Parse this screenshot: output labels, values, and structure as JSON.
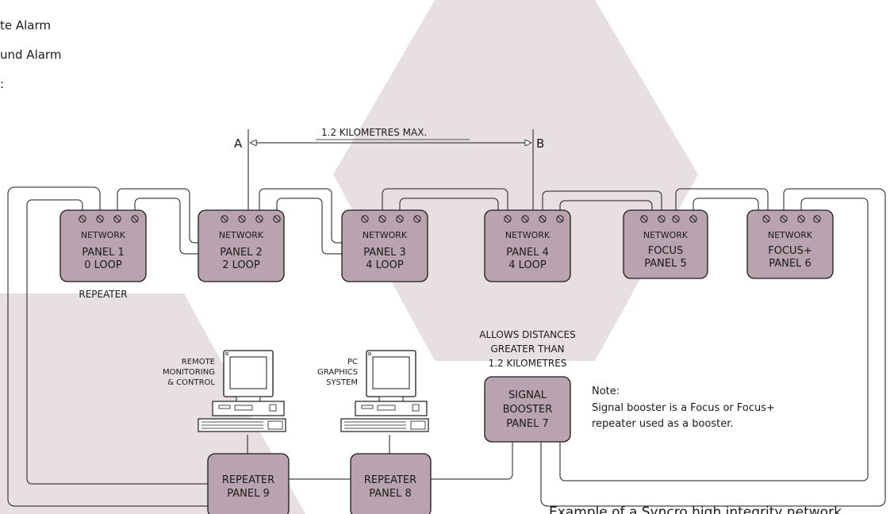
{
  "legend": {
    "items": [
      "te Alarm",
      "und Alarm",
      ":"
    ]
  },
  "dimension": {
    "text": "1.2 KILOMETRES MAX.",
    "point_a": "A",
    "point_b": "B"
  },
  "panels": [
    {
      "id": "panel-1",
      "network": "NETWORK",
      "lines": [
        "PANEL 1",
        "0 LOOP"
      ]
    },
    {
      "id": "panel-2",
      "network": "NETWORK",
      "lines": [
        "PANEL 2",
        "2 LOOP"
      ]
    },
    {
      "id": "panel-3",
      "network": "NETWORK",
      "lines": [
        "PANEL 3",
        "4 LOOP"
      ]
    },
    {
      "id": "panel-4",
      "network": "NETWORK",
      "lines": [
        "PANEL 4",
        "4 LOOP"
      ]
    },
    {
      "id": "panel-5",
      "network": "NETWORK",
      "lines": [
        "FOCUS",
        "PANEL 5"
      ]
    },
    {
      "id": "panel-6",
      "network": "NETWORK",
      "lines": [
        "FOCUS+",
        "PANEL 6"
      ]
    }
  ],
  "repeater_label": "REPEATER",
  "booster": {
    "caption": [
      "ALLOWS DISTANCES",
      "GREATER THAN",
      "1.2 KILOMETRES"
    ],
    "lines": [
      "SIGNAL",
      "BOOSTER",
      "PANEL 7"
    ]
  },
  "note": {
    "title": "Note:",
    "lines": [
      "Signal booster is a Focus or Focus+",
      "repeater used as a booster."
    ]
  },
  "computers": [
    {
      "id": "remote",
      "lines": [
        "REMOTE",
        "MONITORING",
        "& CONTROL"
      ]
    },
    {
      "id": "pc",
      "lines": [
        "PC",
        "GRAPHICS",
        "SYSTEM"
      ]
    }
  ],
  "repeaters": [
    {
      "id": "panel-9",
      "lines": [
        "REPEATER",
        "PANEL 9"
      ]
    },
    {
      "id": "panel-8",
      "lines": [
        "REPEATER",
        "PANEL 8"
      ]
    }
  ],
  "caption": "Example of a Syncro high integrity network",
  "colors": {
    "background_shape": "#e8dfe3",
    "panel_fill": "#b9a3ae",
    "ink": "#1a1a1a"
  }
}
